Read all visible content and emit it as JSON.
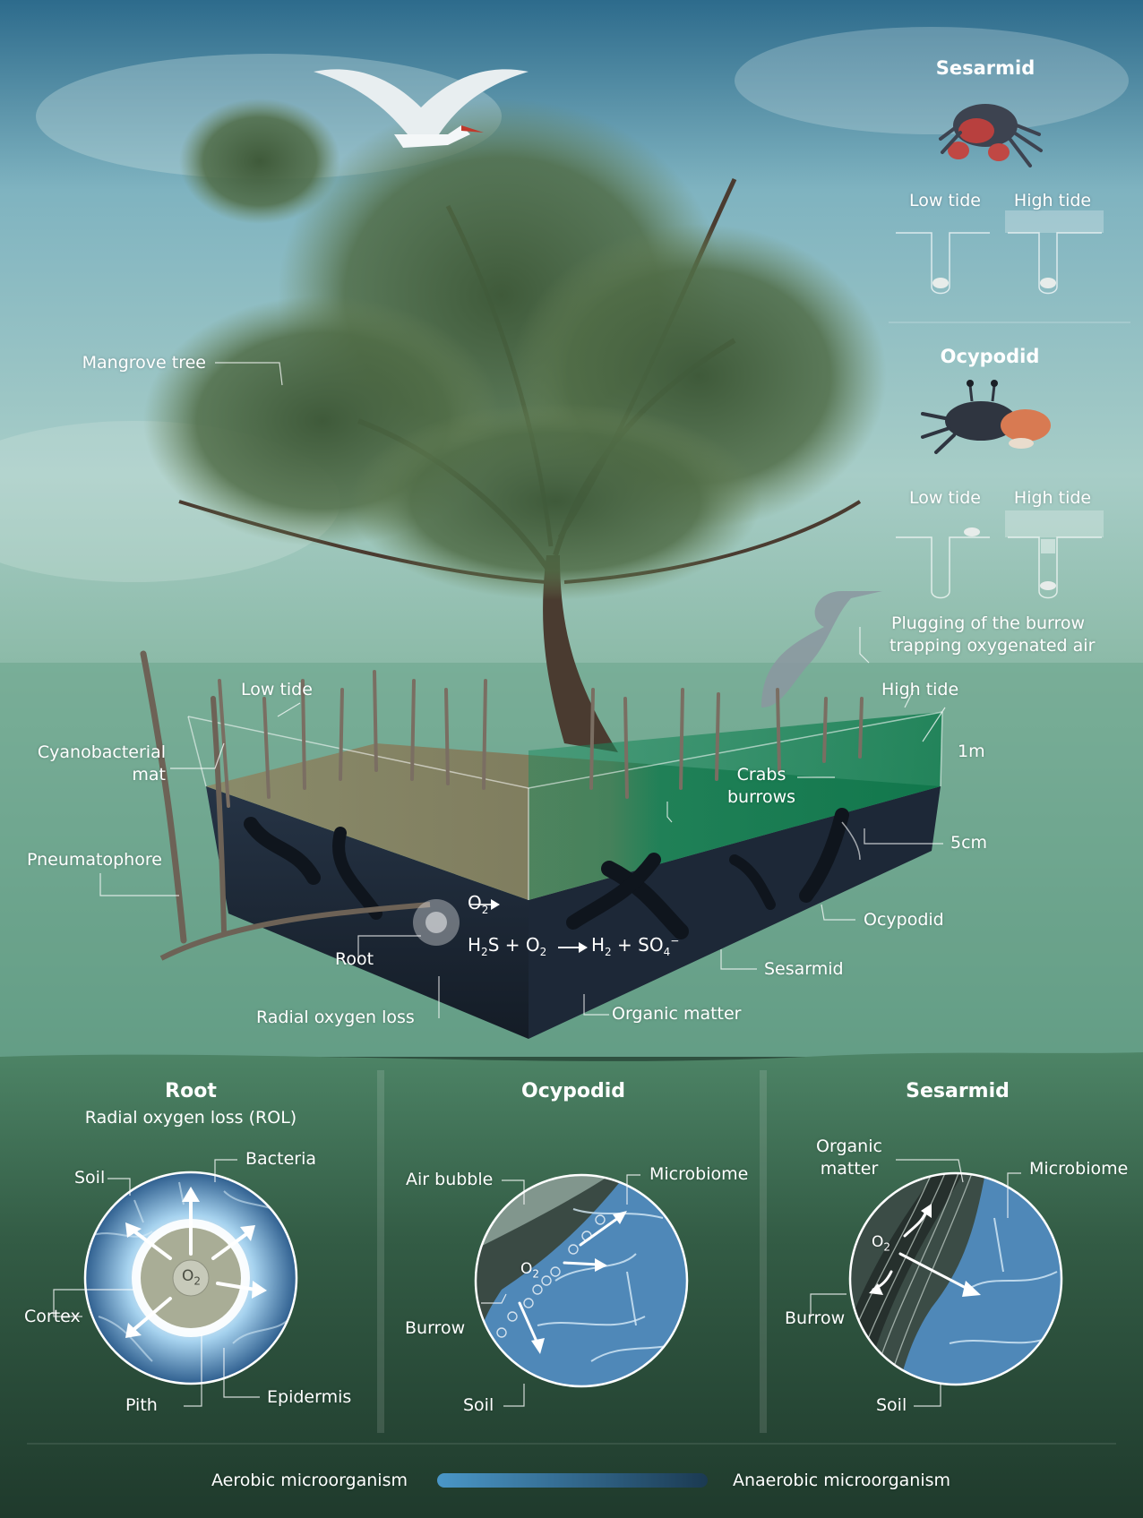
{
  "crab_panel": {
    "sesarmid": {
      "title": "Sesarmid",
      "low_tide": "Low tide",
      "high_tide": "High tide"
    },
    "ocypodid": {
      "title": "Ocypodid",
      "low_tide": "Low tide",
      "high_tide": "High tide"
    },
    "plugging_note_line1": "Plugging of the burrow",
    "plugging_note_line2": "trapping oxygenated air"
  },
  "scene_labels": {
    "mangrove_tree": "Mangrove tree",
    "low_tide": "Low tide",
    "high_tide": "High tide",
    "cyanobacterial_mat_line1": "Cyanobacterial",
    "cyanobacterial_mat_line2": "mat",
    "pneumatophore": "Pneumatophore",
    "crabs_burrows_line1": "Crabs",
    "crabs_burrows_line2": "burrows",
    "depth_1m": "1m",
    "depth_5cm": "5cm",
    "ocypodid": "Ocypodid",
    "sesarmid": "Sesarmid",
    "organic_matter": "Organic matter",
    "root": "Root",
    "radial_oxygen_loss": "Radial oxygen loss"
  },
  "reaction": {
    "o2": "O",
    "o2_sub": "2",
    "h2s": "H",
    "h2s_sub": "2",
    "h2s_rest": "S + O",
    "o2b_sub": "2",
    "h2": "H",
    "h2_sub": "2",
    "plus_so4": " + SO",
    "so4_sub": "4",
    "so4_sup": "−"
  },
  "panels": {
    "root": {
      "title": "Root",
      "subtitle": "Radial oxygen loss (ROL)",
      "soil": "Soil",
      "bacteria": "Bacteria",
      "cortex": "Cortex",
      "pith": "Pith",
      "epidermis": "Epidermis",
      "o2": "O",
      "o2_sub": "2"
    },
    "ocypodid": {
      "title": "Ocypodid",
      "air_bubble": "Air bubble",
      "microbiome": "Microbiome",
      "burrow": "Burrow",
      "soil": "Soil",
      "o2": "O",
      "o2_sub": "2"
    },
    "sesarmid": {
      "title": "Sesarmid",
      "organic_matter_line1": "Organic",
      "organic_matter_line2": "matter",
      "microbiome": "Microbiome",
      "burrow": "Burrow",
      "soil": "Soil",
      "o2": "O",
      "o2_sub": "2"
    }
  },
  "legend": {
    "aerobic": "Aerobic microorganism",
    "anaerobic": "Anaerobic microorganism",
    "gradient_start": "#4a97c8",
    "gradient_end": "#1b3a52"
  },
  "colors": {
    "sky_top": "#2f6f8f",
    "sky_mid": "#9ec7c4",
    "water": "#5f9a82",
    "soil_dark": "#1f2a38",
    "panel_bg": "#3b6a50",
    "cell_blue": "#4f88b8"
  }
}
